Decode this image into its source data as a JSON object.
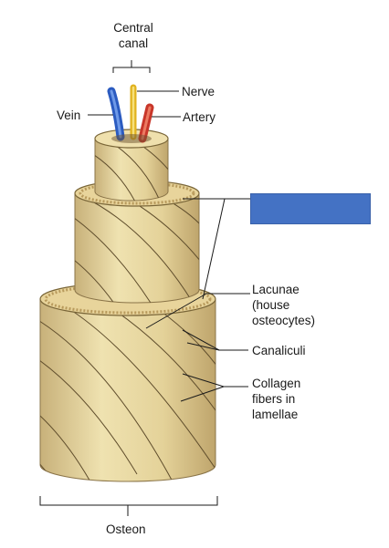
{
  "labels": {
    "central_canal": "Central\ncanal",
    "nerve": "Nerve",
    "vein": "Vein",
    "artery": "Artery",
    "lacunae": "Lacunae\n(house\nosteocytes)",
    "canaliculi": "Canaliculi",
    "collagen": "Collagen\nfibers in\nlamellae",
    "osteon": "Osteon"
  },
  "answer_box": {
    "text": "",
    "color": "#4472c4"
  },
  "colors": {
    "bone": "#ead9a0",
    "bone_shade": "#c9b27a",
    "vein": "#3c6fd1",
    "nerve": "#f1c52e",
    "artery": "#d8452e"
  }
}
